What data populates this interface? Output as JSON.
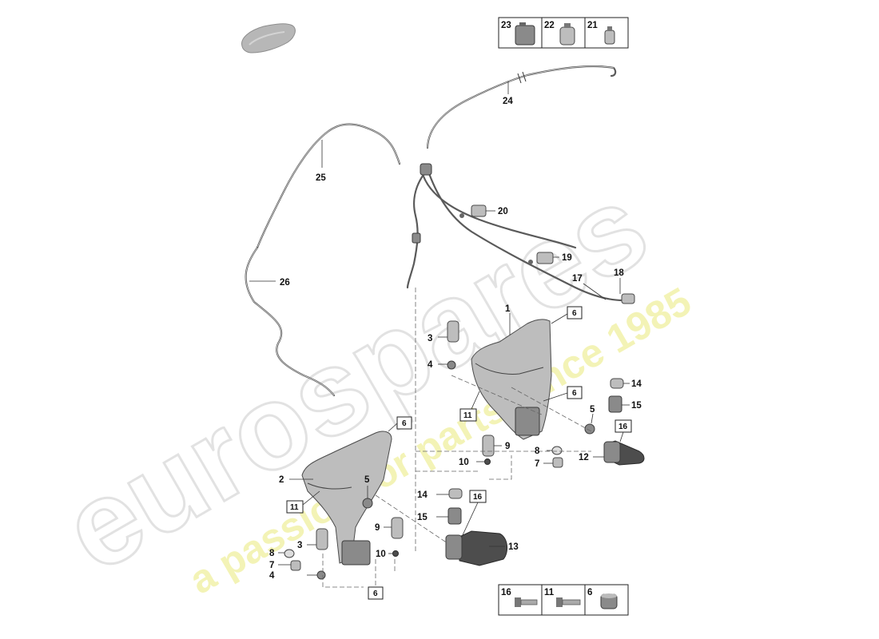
{
  "watermark": {
    "brand": "eurospares",
    "tagline": "a passion for parts since 1985"
  },
  "legend_top": [
    {
      "number": "23",
      "icon": "canister-icon"
    },
    {
      "number": "22",
      "icon": "bottle-icon"
    },
    {
      "number": "21",
      "icon": "small-bottle-icon"
    }
  ],
  "legend_bottom": [
    {
      "number": "16",
      "icon": "bolt-icon"
    },
    {
      "number": "11",
      "icon": "bolt-icon"
    },
    {
      "number": "6",
      "icon": "grommet-icon"
    }
  ],
  "callouts": {
    "c1": "1",
    "c2": "2",
    "c3a": "3",
    "c3b": "3",
    "c4a": "4",
    "c4b": "4",
    "c5a": "5",
    "c5b": "5",
    "c7a": "7",
    "c7b": "7",
    "c8a": "8",
    "c8b": "8",
    "c9a": "9",
    "c9b": "9",
    "c10a": "10",
    "c10b": "10",
    "c12": "12",
    "c13": "13",
    "c14a": "14",
    "c14b": "14",
    "c15a": "15",
    "c15b": "15",
    "c17": "17",
    "c18": "18",
    "c19": "19",
    "c20": "20",
    "c24": "24",
    "c25": "25",
    "c26": "26"
  },
  "boxed_refs": {
    "b6a": "6",
    "b6b": "6",
    "b6c": "6",
    "b6d": "6",
    "b11a": "11",
    "b11b": "11",
    "b16a": "16",
    "b16b": "16"
  }
}
